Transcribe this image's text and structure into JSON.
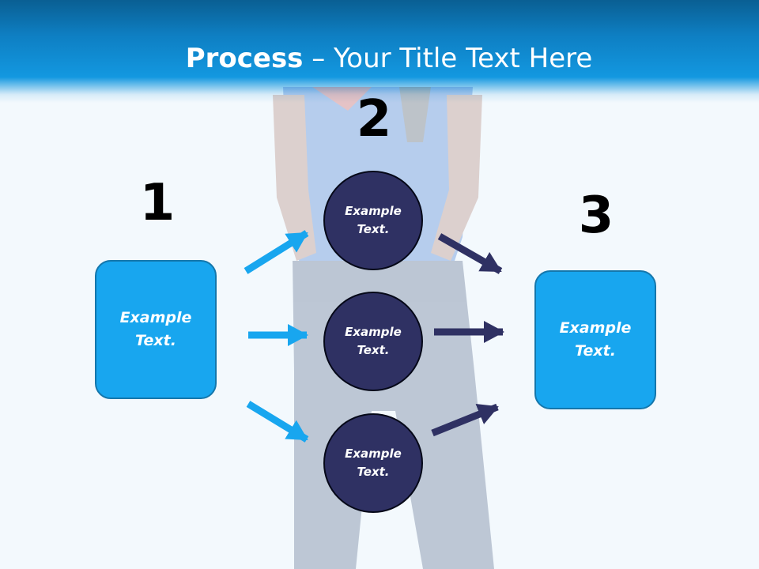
{
  "slide": {
    "title_bold": "Process",
    "title_rest": " – Your Title Text Here"
  },
  "steps": [
    {
      "number": "1",
      "text": "Example\nText."
    },
    {
      "number": "2",
      "circles": [
        "Example\nText.",
        "Example\nText.",
        "Example\nText."
      ]
    },
    {
      "number": "3",
      "text": "Example\nText."
    }
  ],
  "colors": {
    "header": "#1398e0",
    "box_fill": "#18a6ef",
    "circle_fill": "#2f3163",
    "arrow_light": "#18a6ef",
    "arrow_dark": "#2f3163"
  }
}
